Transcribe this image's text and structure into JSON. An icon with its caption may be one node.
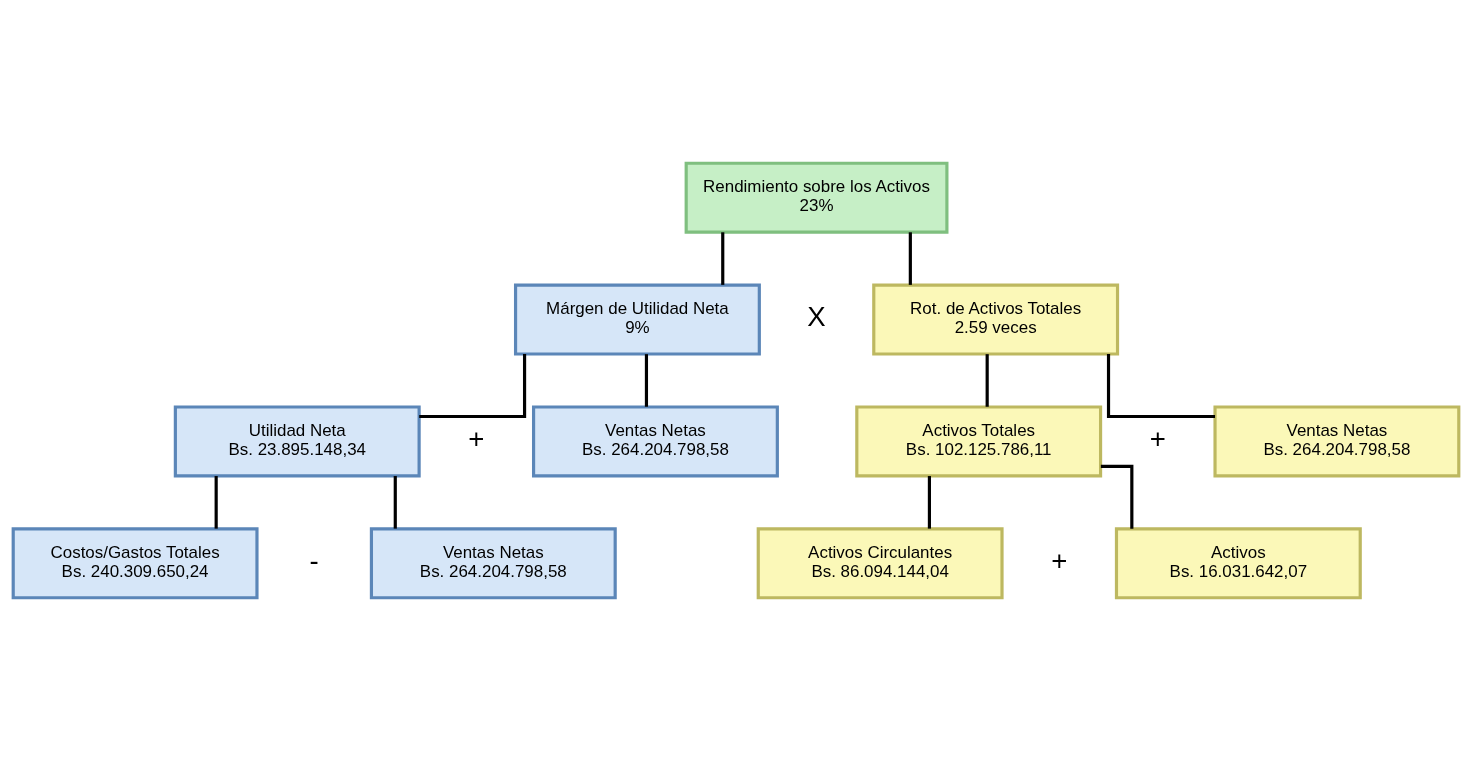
{
  "diagram": {
    "nodes": [
      {
        "text": [
          "Rendimiento sobre los Activos",
          "23%"
        ]
      },
      {
        "text": [
          "Márgen de Utilidad Neta",
          "9%"
        ]
      },
      {
        "text": [
          "Rot. de Activos Totales",
          "2.59 veces"
        ]
      },
      {
        "text": [
          "Utilidad Neta",
          "Bs. 23.895.148,34"
        ]
      },
      {
        "text": [
          "Ventas Netas",
          "Bs. 264.204.798,58"
        ]
      },
      {
        "text": [
          "Activos Totales",
          "Bs. 102.125.786,11"
        ]
      },
      {
        "text": [
          "Ventas Netas",
          "Bs. 264.204.798,58"
        ]
      },
      {
        "text": [
          "Costos/Gastos Totales",
          "Bs. 240.309.650,24"
        ]
      },
      {
        "text": [
          "Ventas Netas",
          "Bs. 264.204.798,58"
        ]
      },
      {
        "text": [
          "Activos Circulantes",
          "Bs. 86.094.144,04"
        ]
      },
      {
        "text": [
          "Activos",
          "Bs. 16.031.642,07"
        ]
      }
    ],
    "edges": [
      {
        "from": 0,
        "to": 1,
        "arrow": "none"
      },
      {
        "from": 0,
        "to": 2,
        "arrow": "none"
      },
      {
        "from": 1,
        "to": 3,
        "arrow": "none"
      },
      {
        "from": 1,
        "to": 4,
        "arrow": "none"
      },
      {
        "from": 2,
        "to": 5,
        "arrow": "none"
      },
      {
        "from": 2,
        "to": 6,
        "arrow": "none"
      },
      {
        "from": 3,
        "to": 7,
        "arrow": "none"
      },
      {
        "from": 3,
        "to": 8,
        "arrow": "none"
      },
      {
        "from": 5,
        "to": 9,
        "arrow": "none"
      },
      {
        "from": 5,
        "to": 10,
        "arrow": "none"
      }
    ],
    "labels": [
      "X",
      "+",
      "+",
      "-",
      "+"
    ]
  }
}
